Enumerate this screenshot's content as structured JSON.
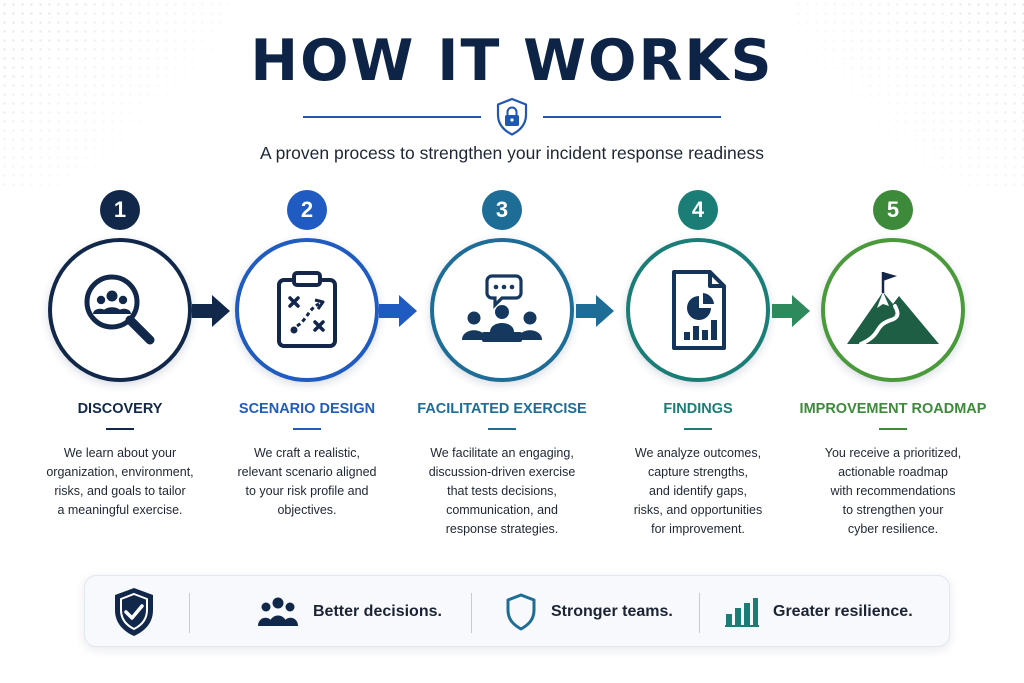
{
  "header": {
    "title": "HOW IT WORKS",
    "subtitle": "A proven process to strengthen your incident response readiness"
  },
  "steps": [
    {
      "number": "1",
      "title": "DISCOVERY",
      "description": "We learn about your\norganization, environment,\nrisks, and goals to tailor\na meaningful exercise.",
      "color": "#12284a",
      "icon": "magnifier-team-icon"
    },
    {
      "number": "2",
      "title": "SCENARIO DESIGN",
      "description": "We craft a realistic,\nrelevant scenario aligned\nto your risk profile and\nobjectives.",
      "color": "#1f5bc0",
      "icon": "clipboard-strategy-icon"
    },
    {
      "number": "3",
      "title": "FACILITATED EXERCISE",
      "description": "We facilitate an engaging,\ndiscussion-driven exercise\nthat tests decisions,\ncommunication, and\nresponse strategies.",
      "color": "#1d6d96",
      "icon": "team-discussion-icon"
    },
    {
      "number": "4",
      "title": "FINDINGS",
      "description": "We analyze outcomes,\ncapture strengths,\nand identify gaps,\nrisks, and opportunities\nfor improvement.",
      "color": "#1a7e77",
      "icon": "report-chart-icon"
    },
    {
      "number": "5",
      "title": "IMPROVEMENT ROADMAP",
      "description": "You receive a prioritized,\nactionable roadmap\nwith recommendations\nto strengthen your\ncyber resilience.",
      "color": "#3d8a3a",
      "icon": "mountain-flag-icon"
    }
  ],
  "benefits": [
    {
      "label": "Better decisions.",
      "icon": "people-group-icon"
    },
    {
      "label": "Stronger teams.",
      "icon": "shield-outline-icon"
    },
    {
      "label": "Greater resilience.",
      "icon": "bar-growth-icon"
    }
  ],
  "colors": {
    "navy": "#0e2447",
    "accent_blue": "#1f57b3",
    "teal": "#1d6d96",
    "green": "#3d8a3a"
  }
}
